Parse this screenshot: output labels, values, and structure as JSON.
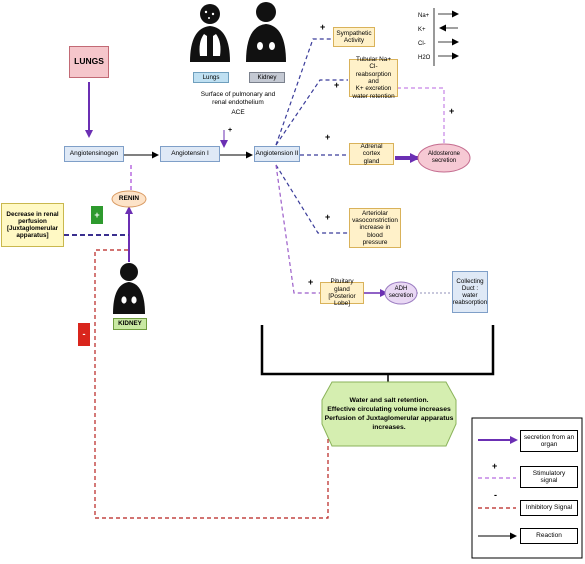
{
  "nodes": {
    "lungs": "LUNGS",
    "angiotensinogen": "Angiotensinogen",
    "angiotensin1": "Angiotensin I",
    "angiotensin2": "Angiotension II",
    "renin": "RENIN",
    "kidney": "KIDNEY",
    "decrease": [
      "Decrease in renal",
      "perfusion",
      "[Juxtaglomerular",
      "apparatus]"
    ],
    "sympathetic": [
      "Sympathetic",
      "Activity"
    ],
    "tubular": [
      "Tubular Na+ Cl-",
      "reabsorption and",
      "K+ excretion",
      "water retention"
    ],
    "adrenal": [
      "Adrenal cortex",
      "gland"
    ],
    "aldosterone": [
      "Aldosterone",
      "secretion"
    ],
    "arteriolar": [
      "Arteriolar",
      "vasoconstriction",
      "increase in blood",
      "pressure"
    ],
    "pituitary": [
      "Pituitary gland",
      "[Posterior Lobe]"
    ],
    "adh": [
      "ADH",
      "secretion"
    ],
    "collecting": [
      "Collecting",
      "Duct :",
      "water",
      "reabsorption"
    ],
    "result": [
      "Water and salt retention.",
      "Effective circulating volume increases",
      "Perfusion of Juxtaglomerular apparatus",
      "increases."
    ]
  },
  "organs": {
    "lungs_label": "Lungs",
    "kidney_label": "Kidney",
    "surface": [
      "Surface of pulmonary and",
      "renal endothelium"
    ],
    "ace": "ACE"
  },
  "ions": [
    "Na+",
    "K+",
    "Cl-",
    "H2O"
  ],
  "signs": {
    "plus": "+",
    "minus": "-"
  },
  "legend": {
    "secretion": [
      "secretion from an",
      "organ"
    ],
    "stimulatory": [
      "Stimulatory",
      "signal"
    ],
    "inhibitory": "Inhibitory Signal",
    "reaction": "Reaction"
  },
  "colors": {
    "purple": "#6b2fb3",
    "dashed_purple": "#b86ce0",
    "navy_dash": "#2b2d8f",
    "red_dash": "#b8211e",
    "green": "#2e9a2e",
    "red_box": "#d9251c",
    "result_fill": "#d5eeb0",
    "lungs_fill": "#f5c6cb"
  }
}
